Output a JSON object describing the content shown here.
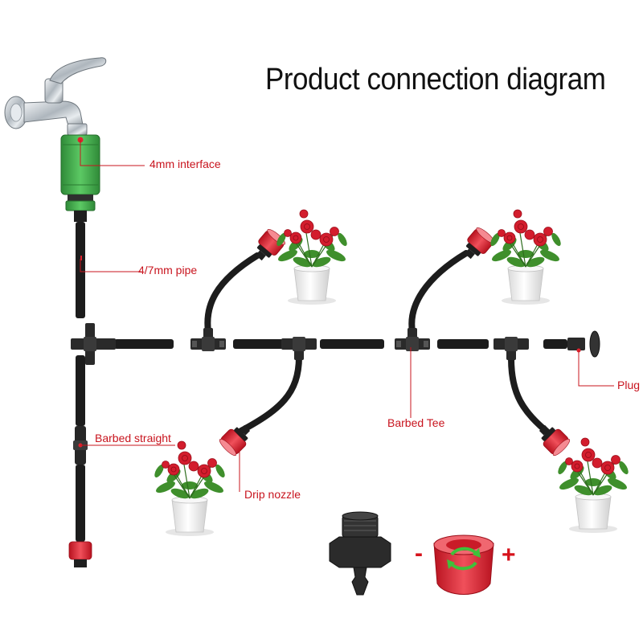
{
  "title": "Product connection diagram",
  "labels": {
    "interface": "4mm interface",
    "pipe": "4/7mm pipe",
    "barbed_straight": "Barbed straight",
    "barbed_tee": "Barbed Tee",
    "plug": "Plug",
    "drip_nozzle": "Drip nozzle"
  },
  "adjust": {
    "minus": "-",
    "plus": "+"
  },
  "colors": {
    "accent": "#c8141e",
    "pipe": "#1c1c1c",
    "connector": "#2a2a2a",
    "nozzle": "#e0313e",
    "adapter": "#43b14b",
    "flower": "#d31d2d",
    "leaf": "#3f8f2c",
    "pot": "#f2f2f2",
    "faucet": "#c9ced3",
    "arrow": "#3fc13a"
  }
}
